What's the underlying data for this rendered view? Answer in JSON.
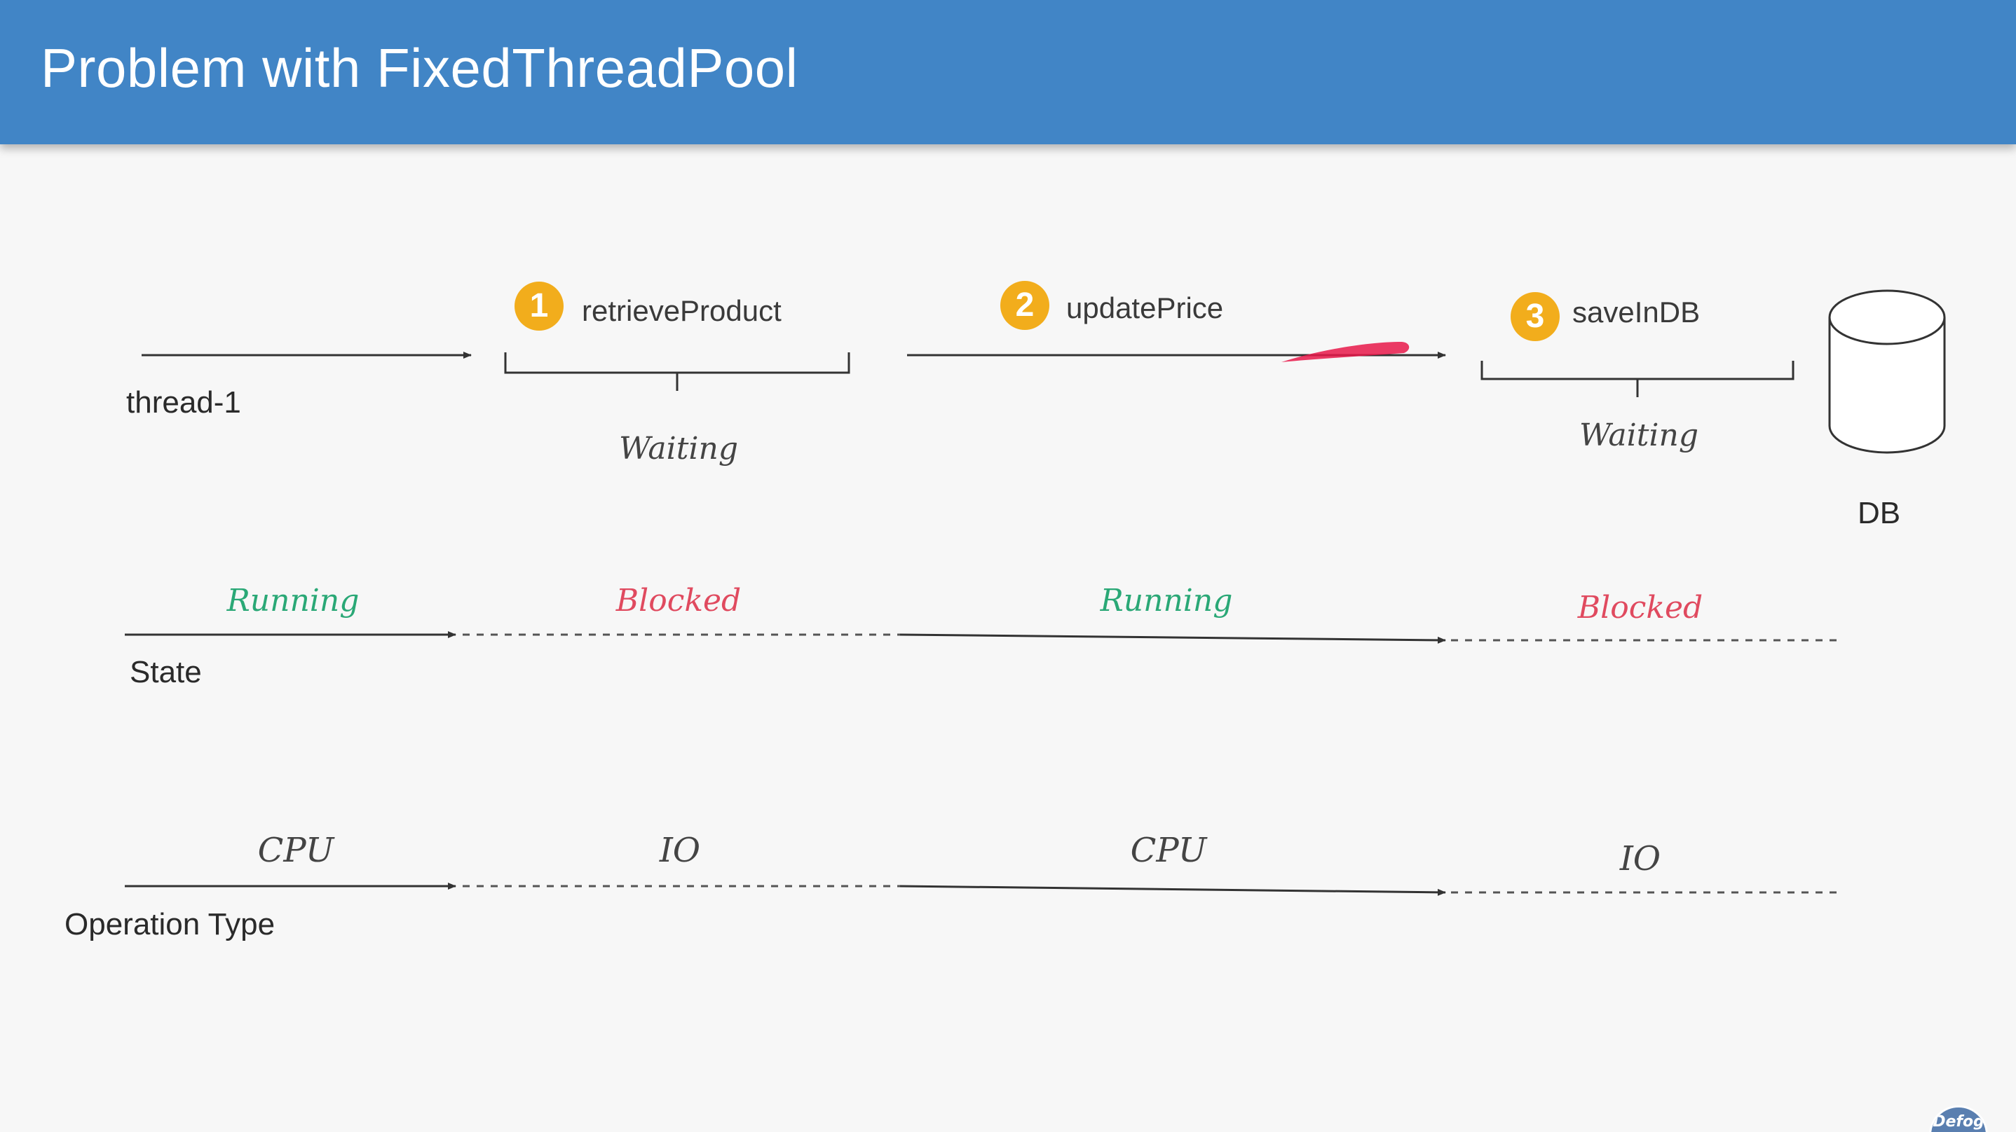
{
  "slide": {
    "title": "Problem with FixedThreadPool"
  },
  "rows": {
    "thread": "thread-1",
    "state": "State",
    "operation": "Operation Type"
  },
  "steps": [
    {
      "number": "1",
      "name": "retrieveProduct",
      "wait": "Waiting"
    },
    {
      "number": "2",
      "name": "updatePrice",
      "wait": ""
    },
    {
      "number": "3",
      "name": "saveInDB",
      "wait": "Waiting"
    }
  ],
  "database": {
    "label": "DB"
  },
  "states": [
    "Running",
    "Blocked",
    "Running",
    "Blocked"
  ],
  "operations": [
    "CPU",
    "IO",
    "CPU",
    "IO"
  ],
  "colors": {
    "header": "#4185c6",
    "running": "#2aa876",
    "blocked": "#e04a5f",
    "badge": "#f2ad1c",
    "highlight": "#e8194a"
  },
  "logo": {
    "text": "Defog"
  }
}
